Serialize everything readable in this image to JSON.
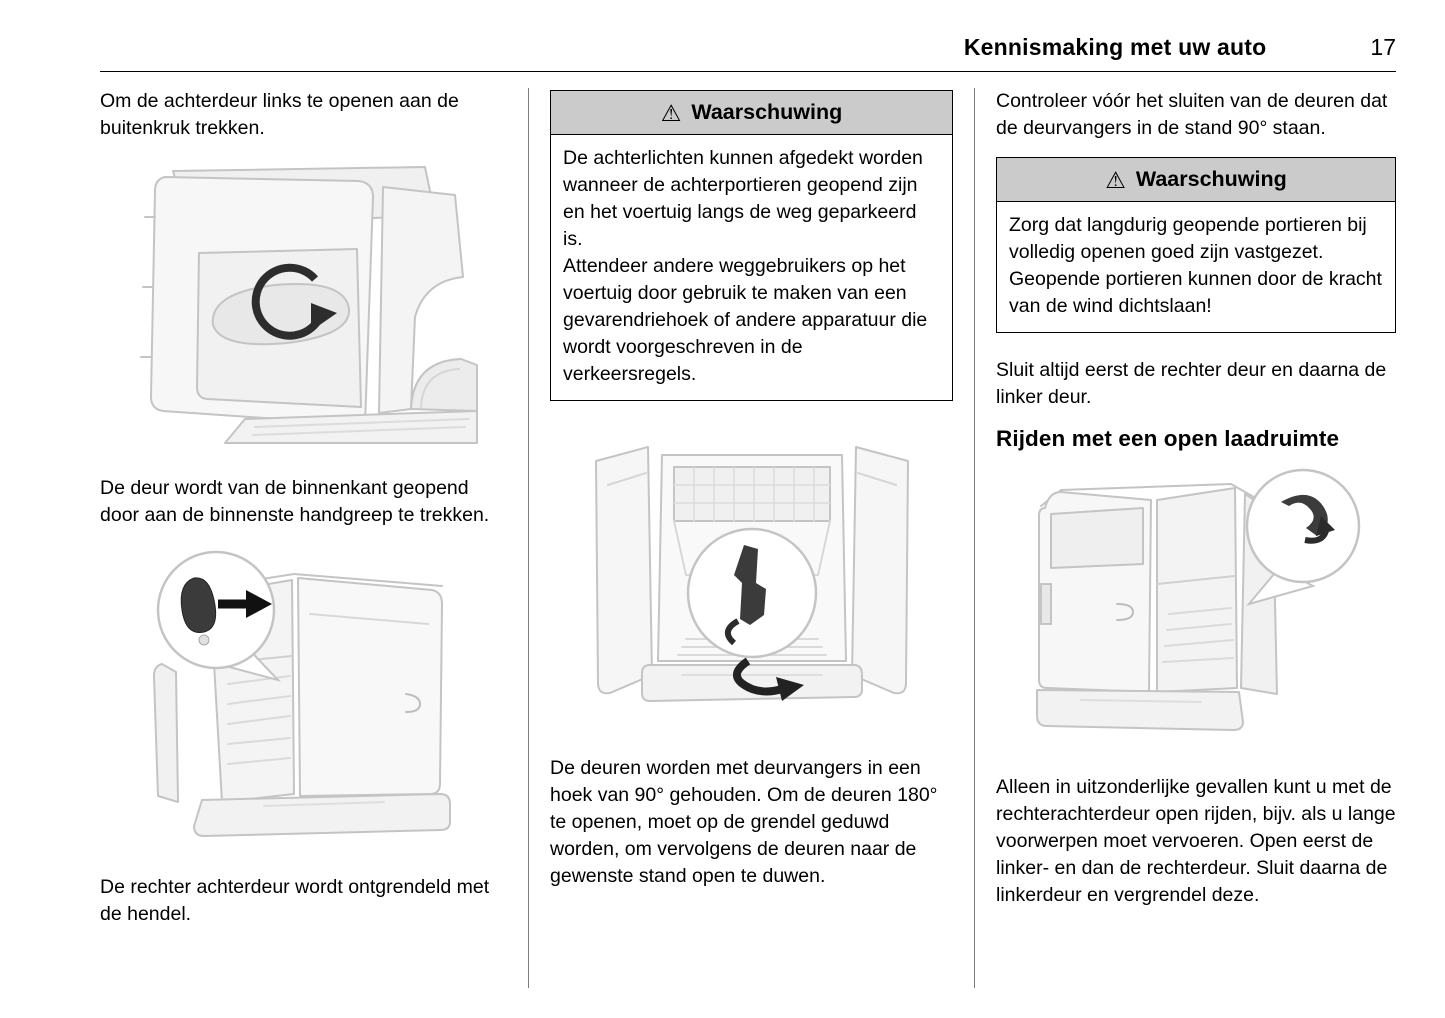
{
  "page": {
    "title": "Kennismaking met uw auto",
    "number": "17"
  },
  "icons": {
    "warning": "⚠"
  },
  "col1": {
    "para1": "Om de achterdeur links te openen aan de buitenkruk trekken.",
    "para2": "De deur wordt van de binnenkant geopend door aan de binnenste handgreep te trekken.",
    "para3": "De rechter achterdeur wordt ontgrendeld met de hendel."
  },
  "col2": {
    "warning": {
      "title": "Waarschuwing",
      "body1": "De achterlichten kunnen afgedekt worden wanneer de achterportieren geopend zijn en het voertuig langs de weg geparkeerd is.",
      "body2": "Attendeer andere weggebruikers op het voertuig door gebruik te maken van een gevarendriehoek of andere apparatuur die wordt voorgeschreven in de verkeersregels."
    },
    "para1": "De deuren worden met deurvangers in een hoek van 90° gehouden. Om de deuren 180° te openen, moet op de grendel geduwd worden, om vervolgens de deuren naar de gewenste stand open te duwen."
  },
  "col3": {
    "para1": "Controleer vóór het sluiten van de deuren dat de deurvangers in de stand 90° staan.",
    "warning": {
      "title": "Waarschuwing",
      "body1": "Zorg dat langdurig geopende portieren bij volledig openen goed zijn vastgezet. Geopende portieren kunnen door de kracht van de wind dichtslaan!"
    },
    "para2": "Sluit altijd eerst de rechter deur en daarna de linker deur.",
    "heading": "Rijden met een open laadruimte",
    "para3": "Alleen in uitzonderlijke gevallen kunt u met de rechterachterdeur open rijden, bijv. als u lange voorwerpen moet vervoeren. Open eerst de linker- en dan de rechterdeur. Sluit daarna de linkerdeur en vergrendel deze."
  }
}
